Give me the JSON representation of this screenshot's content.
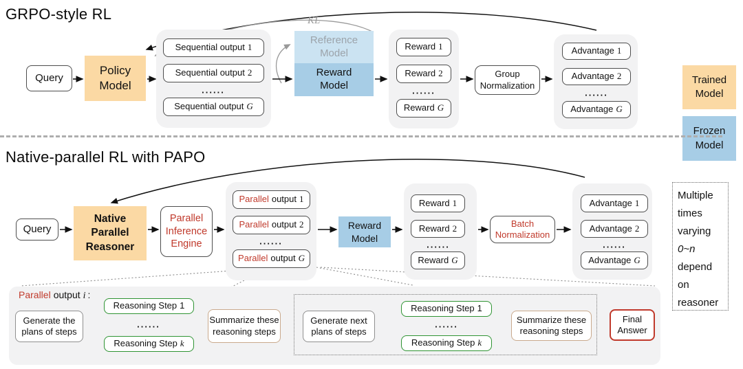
{
  "common": {
    "dots": "......"
  },
  "legend": {
    "trained": [
      "Trained",
      "Model"
    ],
    "frozen": [
      "Frozen",
      "Model"
    ]
  },
  "note": {
    "lines": [
      "Multiple",
      "times",
      "varying",
      "0~n",
      "depend",
      "on",
      "reasoner"
    ]
  },
  "grpo": {
    "title": "GRPO-style RL",
    "query": "Query",
    "policy": [
      "Policy",
      "Model"
    ],
    "kl_label": "KL",
    "reference": [
      "Reference",
      "Model"
    ],
    "reward_model": [
      "Reward",
      "Model"
    ],
    "seq": {
      "prefix": "Sequential output",
      "nums": [
        "1",
        "2",
        "G"
      ]
    },
    "rewards": {
      "prefix": "Reward",
      "nums": [
        "1",
        "2",
        "G"
      ]
    },
    "norm": [
      "Group",
      "Normalization"
    ],
    "advantages": {
      "prefix": "Advantage",
      "nums": [
        "1",
        "2",
        "G"
      ]
    }
  },
  "papo": {
    "title": "Native-parallel RL with PAPO",
    "query": "Query",
    "reasoner": [
      "Native",
      "Parallel",
      "Reasoner"
    ],
    "engine": [
      "Parallel",
      "Inference",
      "Engine"
    ],
    "outputs": {
      "prefix_red": "Parallel",
      "prefix": "output",
      "nums": [
        "1",
        "2",
        "G"
      ]
    },
    "reward_model": [
      "Reward",
      "Model"
    ],
    "rewards": {
      "prefix": "Reward",
      "nums": [
        "1",
        "2",
        "G"
      ]
    },
    "norm": [
      "Batch",
      "Normalization"
    ],
    "advantages": {
      "prefix": "Advantage",
      "nums": [
        "1",
        "2",
        "G"
      ]
    }
  },
  "detail": {
    "label": {
      "red": "Parallel",
      "mid": "output",
      "var": "i",
      "colon": ":"
    },
    "generate_first": [
      "Generate the",
      "plans of steps"
    ],
    "step": {
      "prefix": "Reasoning Step",
      "first": "1",
      "last": "k"
    },
    "summarize": [
      "Summarize these",
      "reasoning steps"
    ],
    "generate_next": [
      "Generate next",
      "plans of steps"
    ],
    "final": [
      "Final",
      "Answer"
    ]
  },
  "colors": {
    "trained_fill": "#FBD9A4",
    "frozen_fill": "#A7CDE6",
    "frozen_light_fill": "#CBE3F2",
    "accent_red": "#C0392B",
    "accent_green": "#2E9332",
    "accent_tan": "#C9A98C",
    "group_bg": "#F2F2F3"
  }
}
